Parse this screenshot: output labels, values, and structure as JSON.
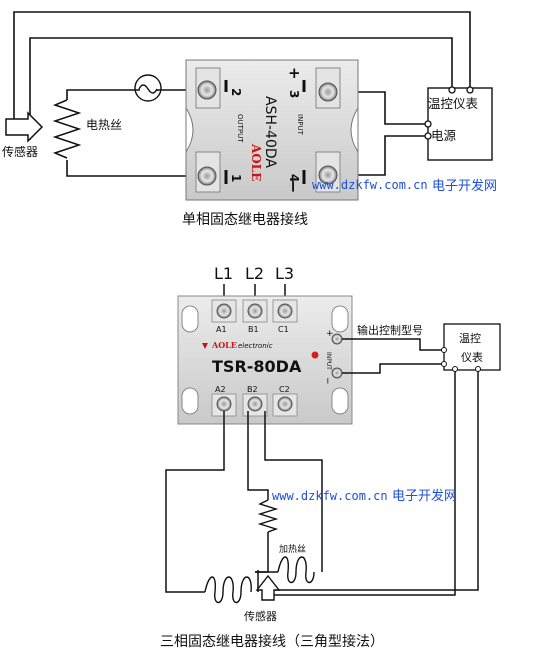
{
  "top": {
    "label_heater": "电热丝",
    "label_sensor": "传感器",
    "box_label_1": "温控仪表",
    "box_label_2": "电源",
    "relay": {
      "brand": "AOLE",
      "model": "ASH-40DA",
      "output_label": "OUTPUT",
      "input_label": "INPUT",
      "term_2": "2",
      "term_1": "1",
      "term_3": "3",
      "term_4": "4",
      "plus": "+",
      "minus": "−"
    },
    "watermark_url": "www.dzkfw.com.cn",
    "watermark_cn": "电子开发网",
    "caption": "单相固态继电器接线"
  },
  "bottom": {
    "phase_labels": [
      "L1",
      "L2",
      "L3"
    ],
    "relay": {
      "terminals_top": [
        "A1",
        "B1",
        "C1"
      ],
      "terminals_bottom": [
        "A2",
        "B2",
        "C2"
      ],
      "brand": "AOLE",
      "brand_suffix": "electronic",
      "model": "TSR-80DA",
      "input_label": "INPUT",
      "plus": "+",
      "minus": "−"
    },
    "label_output_model": "输出控制型号",
    "box_label_1": "温控",
    "box_label_2": "仪表",
    "watermark_url": "www.dzkfw.com.cn",
    "watermark_cn": "电子开发网",
    "label_heater": "加热丝",
    "label_sensor": "传感器",
    "caption": "三相固态继电器接线（三角型接法）"
  },
  "colors": {
    "wire": "#111111",
    "relay_body": "#d8d8d8",
    "watermark": "#1e4fd6",
    "led": "#d42020"
  }
}
